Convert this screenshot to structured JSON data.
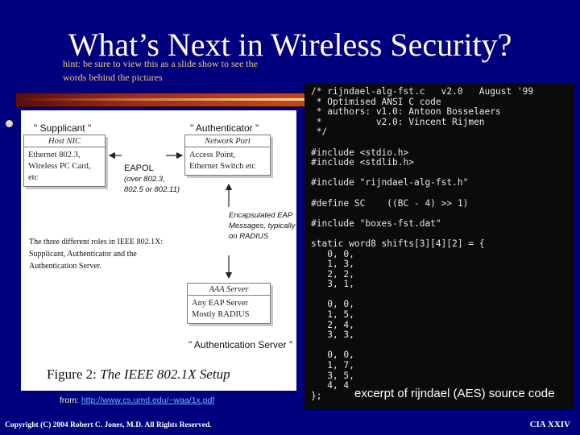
{
  "slide": {
    "title": "What’s Next in Wireless Security?",
    "hint": "hint: be sure to view this as a slide show to see the words behind the pictures",
    "source_prefix": "from: ",
    "source_url": "http://www.cs.umd.edu/~waa/1x.pdf",
    "copyright": "Copyright (C) 2004 Robert C. Jones, M.D.  All Rights Reserved.",
    "slide_number": "CIA XXIV",
    "excerpt_caption": "excerpt of rijndael (AES) source code"
  },
  "diagram": {
    "supplicant_label": "\" Supplicant \"",
    "authenticator_label": "\" Authenticator \"",
    "auth_server_label": "\" Authentication Server \"",
    "host_nic": {
      "title": "Host NIC",
      "line1": "Ethernet 802.3,",
      "line2": "Wireless PC Card, etc"
    },
    "network_port": {
      "title": "Network Port",
      "line1": "Access Point,",
      "line2": "Ethernet Switch etc"
    },
    "aaa_server": {
      "title": "AAA Server",
      "line1": "Any EAP Server",
      "line2": "Mostly RADIUS"
    },
    "eapol": {
      "line1": "EAPOL",
      "line2": "(over 802.3,",
      "line3": "802.5 or 802.11)"
    },
    "encap": {
      "line1": "Encapsulated EAP",
      "line2": "Messages, typically",
      "line3": "on RADIUS"
    },
    "roles_desc": {
      "line1": "The three different roles in IEEE 802.1X:",
      "line2": "Supplicant, Authenticator and the",
      "line3": "Authentication Server."
    },
    "figure_label": "Figure 2:",
    "figure_title": "The IEEE 802.1X Setup"
  },
  "code_excerpt": "/* rijndael-alg-fst.c   v2.0   August '99\n * Optimised ANSI C code\n * authors: v1.0: Antoon Bosselaers\n *          v2.0: Vincent Rijmen\n */\n\n#include <stdio.h>\n#include <stdlib.h>\n\n#include \"rijndael-alg-fst.h\"\n\n#define SC    ((BC - 4) >> 1)\n\n#include \"boxes-fst.dat\"\n\nstatic word8 shifts[3][4][2] = {\n   0, 0,\n   1, 3,\n   2, 2,\n   3, 1,\n\n   0, 0,\n   1, 5,\n   2, 4,\n   3, 3,\n\n   0, 0,\n   1, 7,\n   3, 5,\n   4, 4\n};"
}
